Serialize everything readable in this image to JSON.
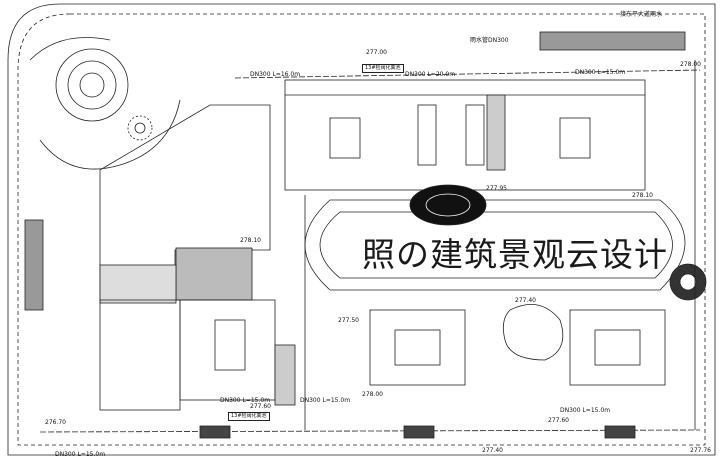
{
  "labels": {
    "top_right_note": "接东平大道雨水",
    "top_pipe": "雨水管DN300",
    "tank_top": "13#检阀化粪池",
    "tank_bottom": "13#检阀化粪池"
  },
  "elevations": [
    {
      "id": "e1",
      "text": "277.00"
    },
    {
      "id": "e2",
      "text": "278.00"
    },
    {
      "id": "e3",
      "text": "277.95"
    },
    {
      "id": "e4",
      "text": "278.10"
    },
    {
      "id": "e5",
      "text": "278.10"
    },
    {
      "id": "e6",
      "text": "277.50"
    },
    {
      "id": "e7",
      "text": "277.40"
    },
    {
      "id": "e8",
      "text": "278.00"
    },
    {
      "id": "e9",
      "text": "277.60"
    },
    {
      "id": "e10",
      "text": "277.40"
    },
    {
      "id": "e11",
      "text": "276.70"
    },
    {
      "id": "e12",
      "text": "277.76"
    },
    {
      "id": "e13",
      "text": "277.60"
    }
  ],
  "pipe_notes": [
    {
      "id": "p1",
      "text": "DN300 L=16.0m"
    },
    {
      "id": "p2",
      "text": "DN300 L=20.0m"
    },
    {
      "id": "p3",
      "text": "DN300 L=15.0m"
    },
    {
      "id": "p4",
      "text": "DN300 L=15.0m"
    },
    {
      "id": "p5",
      "text": "DN300 L=15.0m"
    },
    {
      "id": "p6",
      "text": "DN300 L=15.0m"
    },
    {
      "id": "p7",
      "text": "DN300 L=15.0m"
    }
  ],
  "watermark": "照の建筑景观云设计"
}
